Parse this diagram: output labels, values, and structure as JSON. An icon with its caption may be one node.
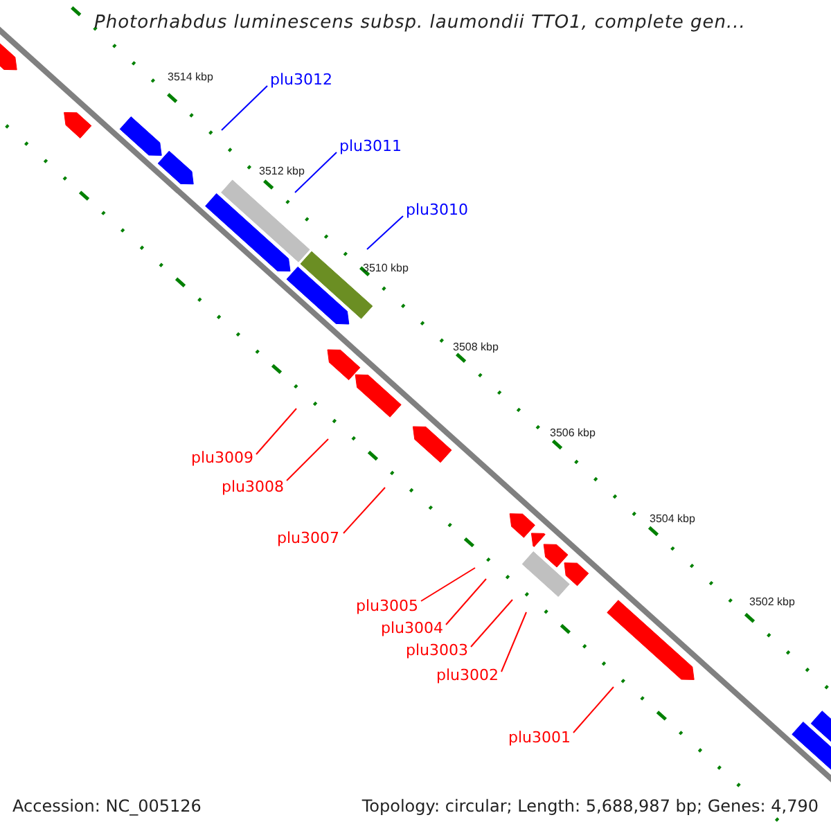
{
  "diagram": {
    "title": "Photorhabdus luminescens subsp. laumondii TTO1, complete gen...",
    "nodes": [
      {
        "text": [
          "plu3012"
        ]
      },
      {
        "text": [
          "plu3011"
        ]
      },
      {
        "text": [
          "plu3010"
        ]
      },
      {
        "text": [
          "plu3009"
        ]
      },
      {
        "text": [
          "plu3008"
        ]
      },
      {
        "text": [
          "plu3007"
        ]
      },
      {
        "text": [
          "plu3005"
        ]
      },
      {
        "text": [
          "plu3004"
        ]
      },
      {
        "text": [
          "plu3003"
        ]
      },
      {
        "text": [
          "plu3002"
        ]
      },
      {
        "text": [
          "plu3001"
        ]
      }
    ],
    "edges": [
      {
        "from": 0,
        "to": null,
        "arrow": "none",
        "color": "#0000ff"
      },
      {
        "from": 1,
        "to": null,
        "arrow": "none",
        "color": "#0000ff"
      },
      {
        "from": 2,
        "to": null,
        "arrow": "none",
        "color": "#0000ff"
      },
      {
        "from": 3,
        "to": null,
        "arrow": "none"
      },
      {
        "from": 4,
        "to": null,
        "arrow": "none"
      },
      {
        "from": 5,
        "to": null,
        "arrow": "none"
      },
      {
        "from": 6,
        "to": null,
        "arrow": "none"
      },
      {
        "from": 7,
        "to": null,
        "arrow": "none"
      },
      {
        "from": 8,
        "to": null,
        "arrow": "none"
      },
      {
        "from": 9,
        "to": null,
        "arrow": "none"
      },
      {
        "from": 10,
        "to": null,
        "arrow": "none"
      }
    ],
    "labels": [
      "3514 kbp",
      "3512 kbp",
      "3510 kbp",
      "3508 kbp",
      "3506 kbp",
      "3504 kbp",
      "3502 kbp",
      "Accession: NC_005126",
      "Topology: circular; Length: 5,688,987 bp; Genes: 4,790"
    ]
  }
}
